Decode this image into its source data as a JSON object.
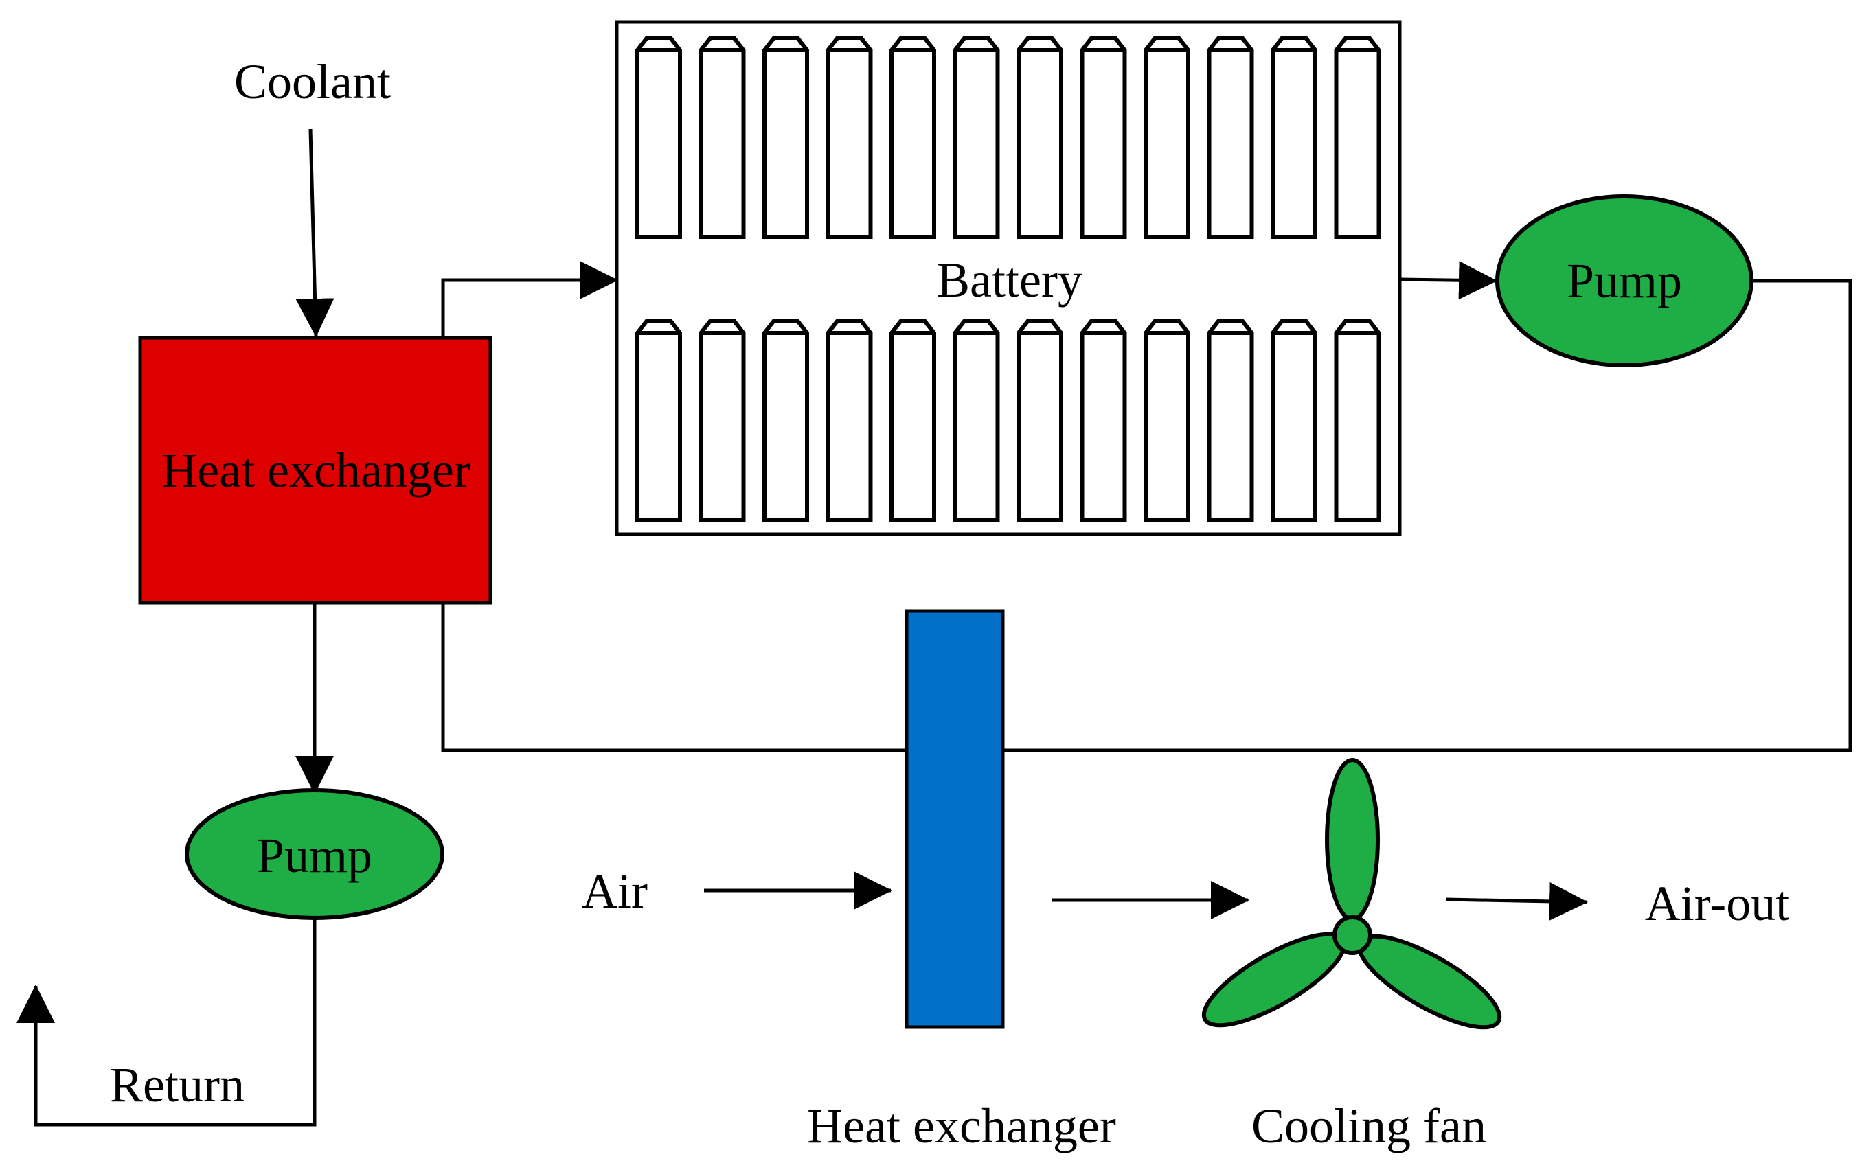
{
  "labels": {
    "coolant": "Coolant",
    "battery": "Battery",
    "pump_top": "Pump",
    "pump_bottom": "Pump",
    "heat_exchanger_main": "Heat exchanger",
    "heat_exchanger_air": "Heat exchanger",
    "air_in": "Air",
    "air_out": "Air-out",
    "cooling_fan": "Cooling fan",
    "return": "Return"
  },
  "battery": {
    "rows": 2,
    "cells_per_row": 12
  },
  "colors": {
    "heat_exchanger_main": "#dd0000",
    "heat_exchanger_air": "#0070c8",
    "pump": "#1fad46",
    "fan": "#1fad46",
    "line": "#000000"
  }
}
